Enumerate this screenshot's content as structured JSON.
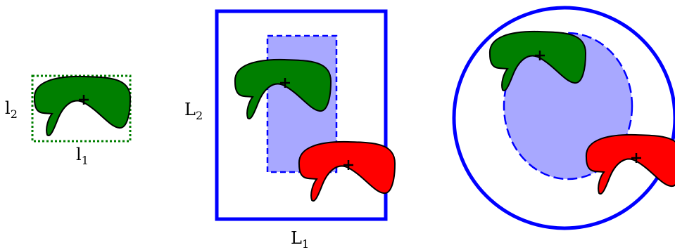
{
  "labels": {
    "l2": {
      "base": "l",
      "sub": "2"
    },
    "l1": {
      "base": "l",
      "sub": "1"
    },
    "L2": {
      "base": "L",
      "sub": "2"
    },
    "L1": {
      "base": "L",
      "sub": "1"
    }
  },
  "colors": {
    "green_shape": "#007f00",
    "red_shape": "#ff0000",
    "blue_outline": "#0000ff",
    "blue_fill": "#a8a8ff",
    "dotted_green": "#007f00",
    "stroke_black": "#000000"
  }
}
